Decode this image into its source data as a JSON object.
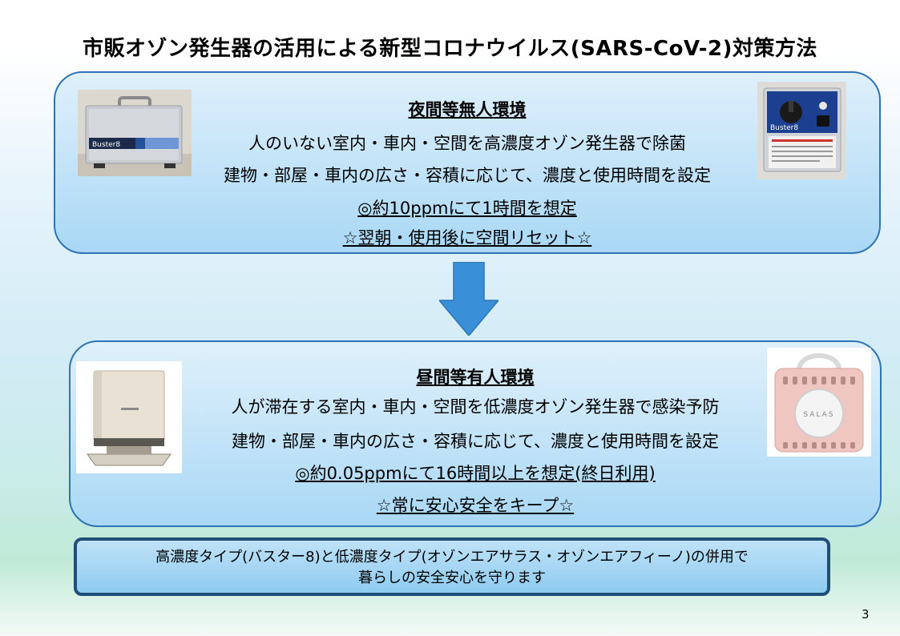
{
  "title": "市販オゾン発生器の活用による新型コロナウイルス(SARS-CoV-2)対策方法",
  "night": {
    "heading": "夜間等無人環境",
    "line1": "人のいない室内・車内・空間を高濃度オゾン発生器で除菌",
    "line2": "建物・部屋・車内の広さ・容積に応じて、濃度と使用時間を設定",
    "line3": "◎約10ppmにて1時間を想定",
    "line4": "☆翌朝・使用後に空間リセット☆",
    "left_photo_label": "Buster8",
    "right_photo_label": "Buster8"
  },
  "day": {
    "heading": "昼間等有人環境",
    "line1": "人が滞在する室内・車内・空間を低濃度オゾン発生器で感染予防",
    "line2": "建物・部屋・車内の広さ・容積に応じて、濃度と使用時間を設定",
    "line3": "◎約0.05ppmにて16時間以上を想定(終日利用)",
    "line4": "☆常に安心安全をキープ☆",
    "right_photo_label": "SALAS"
  },
  "note": {
    "line1": "高濃度タイプ(バスター8)と低濃度タイプ(オゾンエアサラス・オゾンエアフィーノ)の併用で",
    "line2": "暮らしの安全安心を守ります"
  },
  "page_number": "3",
  "colors": {
    "panel_border": "#2e74b5",
    "arrow": "#3a8fd9",
    "note_border": "#1f4e79"
  }
}
